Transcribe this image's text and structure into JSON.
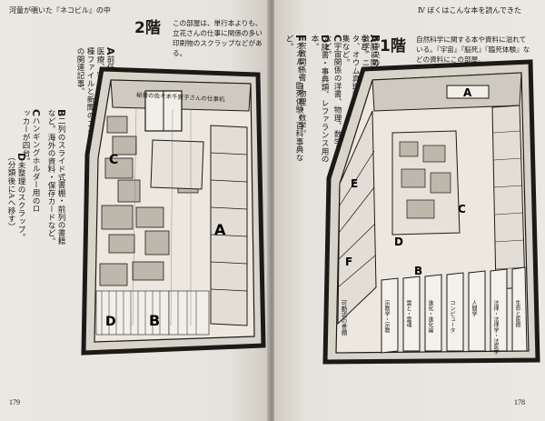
{
  "left_page": {
    "running_head": "河童が覗いた『ネコビル』の中",
    "page_number": "179",
    "floor_title": "2階",
    "intro": "この部屋は、単行本よりも、立花さんの仕事に関係の多い印刷物のスクラップなどがある。",
    "legend": [
      {
        "key": "A",
        "text": "前任二列のスライド式の書棚に政治、ゼネコン、医療、宇宙、コンピュータ、行政、官僚、首相の各種ファイルと新聞のスクラップ、雑誌、調査の日本の関連記事。"
      },
      {
        "key": "B",
        "text": "二列のスライド式書棚・前列の書籍など。海外の資料・保存カードなど。"
      },
      {
        "key": "C",
        "text": "ハンギングホルダー用のロッカーが四台。"
      },
      {
        "key": "D",
        "text": "未整理のスクラップ。（分類後にAへ移す）"
      }
    ],
    "drawing_caption": "秘書の佐々木千賀子さんの仕事机",
    "room_labels": [
      "A",
      "B",
      "C",
      "D"
    ]
  },
  "right_page": {
    "running_head": "Ⅳ ぼくはこんな本を読んできた",
    "page_number": "178",
    "floor_title": "1階",
    "intro": "自然科学に関する本や資料に溢れている。『宇宙』『脳死』『臨死体験』などの資料にこの部屋。",
    "legend": [
      {
        "key": "A",
        "text": "脳に関する学術書や論文、資料など。"
      },
      {
        "key": "B",
        "text": "中央の書棚と机に、動物学、医学、数学、ニューサイエンス、コンピュータ、オウム真理教、東京工業大学論文集など。"
      },
      {
        "key": "C",
        "text": "宇宙関係の洋書、物理、数学、化学など。"
      },
      {
        "key": "D",
        "text": "辞書・事典類、レファランス用の本。"
      },
      {
        "key": "E",
        "text": "宗教関係書・物理・数学。"
      },
      {
        "key": "F",
        "text": "オカルト・臨死体験・百科事典など。"
      }
    ],
    "shelf_labels": [
      "生命と医療",
      "法律・法律学・法医学",
      "人間学",
      "コンピュータ",
      "進化・進化論",
      "霊と・霊魂",
      "宗教学・宗教"
    ],
    "movable_caption": "可動式の書棚",
    "room_labels": [
      "A",
      "B",
      "C",
      "D",
      "E",
      "F"
    ]
  }
}
